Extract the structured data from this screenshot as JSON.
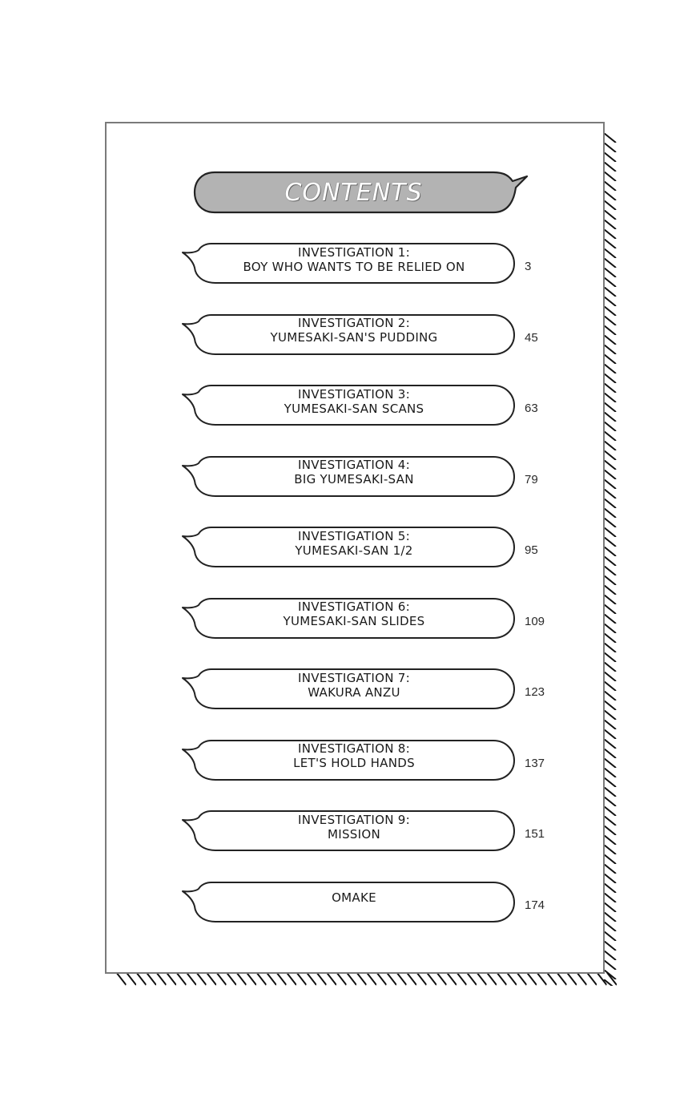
{
  "header": {
    "title": "CONTENTS"
  },
  "colors": {
    "banner_fill": "#b3b3b3",
    "outline": "#222222",
    "frame_border": "#7a7a7a",
    "text": "#1a1a1a"
  },
  "entries": [
    {
      "line1": "INVESTIGATION 1:",
      "line2": "BOY WHO WANTS TO BE RELIED ON",
      "page": "3"
    },
    {
      "line1": "INVESTIGATION 2:",
      "line2": "YUMESAKI-SAN'S PUDDING",
      "page": "45"
    },
    {
      "line1": "INVESTIGATION 3:",
      "line2": "YUMESAKI-SAN SCANS",
      "page": "63"
    },
    {
      "line1": "INVESTIGATION 4:",
      "line2": "BIG YUMESAKI-SAN",
      "page": "79"
    },
    {
      "line1": "INVESTIGATION 5:",
      "line2": "YUMESAKI-SAN 1/2",
      "page": "95"
    },
    {
      "line1": "INVESTIGATION 6:",
      "line2": "YUMESAKI-SAN SLIDES",
      "page": "109"
    },
    {
      "line1": "INVESTIGATION 7:",
      "line2": "WAKURA ANZU",
      "page": "123"
    },
    {
      "line1": "INVESTIGATION 8:",
      "line2": "LET'S HOLD HANDS",
      "page": "137"
    },
    {
      "line1": "INVESTIGATION 9:",
      "line2": "MISSION",
      "page": "151"
    },
    {
      "line1": "OMAKE",
      "line2": "",
      "page": "174"
    }
  ]
}
